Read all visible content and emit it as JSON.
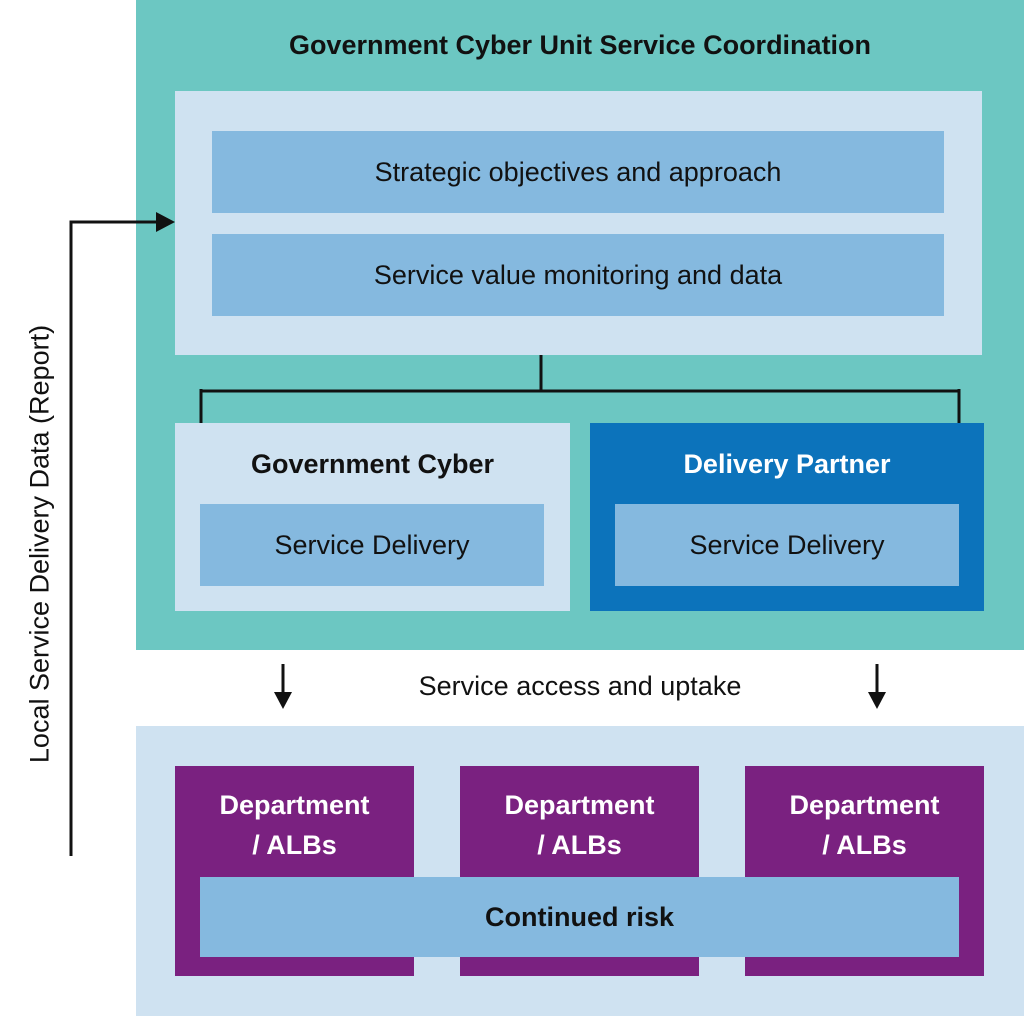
{
  "title": "Government Cyber Unit Service Coordination",
  "strategy": {
    "objectives": "Strategic objectives and approach",
    "monitoring": "Service value monitoring and data"
  },
  "government_cyber": {
    "title": "Government Cyber",
    "service": "Service Delivery"
  },
  "delivery_partner": {
    "title": "Delivery Partner",
    "service": "Service Delivery"
  },
  "access_label": "Service access and uptake",
  "departments": [
    {
      "label": "Department\n/ ALBs"
    },
    {
      "label": "Department\n/ ALBs"
    },
    {
      "label": "Department\n/ ALBs"
    }
  ],
  "risk_label": "Continued risk",
  "side_label": "Local Service Delivery Data (Report)",
  "colors": {
    "teal": "#6cc7c2",
    "light_blue_panel": "#cfe2f1",
    "mid_blue_bar": "#85b9df",
    "dark_blue": "#0c73bb",
    "purple": "#7a2180",
    "line": "#111111"
  }
}
